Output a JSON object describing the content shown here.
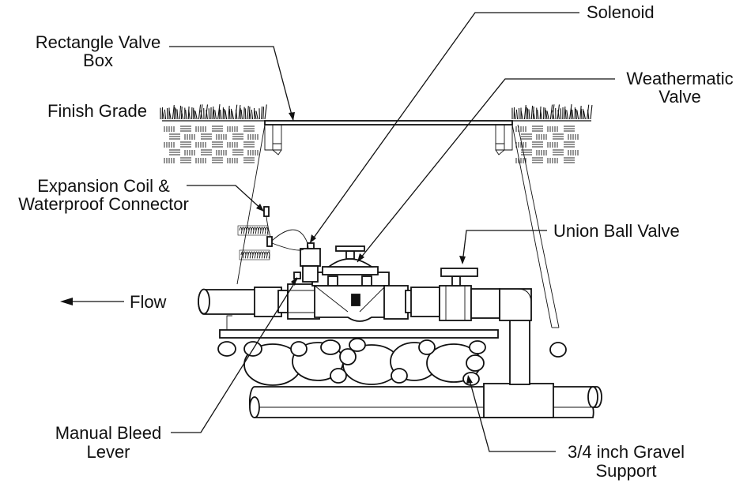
{
  "labels": {
    "solenoid": "Solenoid",
    "rectangle_valve_box_line1": "Rectangle Valve",
    "rectangle_valve_box_line2": "Box",
    "weathermatic_valve_line1": "Weathermatic",
    "weathermatic_valve_line2": "Valve",
    "finish_grade": "Finish Grade",
    "expansion_coil_line1": "Expansion Coil &",
    "expansion_coil_line2": "Waterproof Connector",
    "union_ball_valve": "Union Ball Valve",
    "flow": "Flow",
    "manual_bleed_lever_line1": "Manual Bleed",
    "manual_bleed_lever_line2": "Lever",
    "gravel_support_line1": "3/4 inch Gravel",
    "gravel_support_line2": "Support"
  },
  "colors": {
    "line": "#111111",
    "background": "#ffffff"
  }
}
